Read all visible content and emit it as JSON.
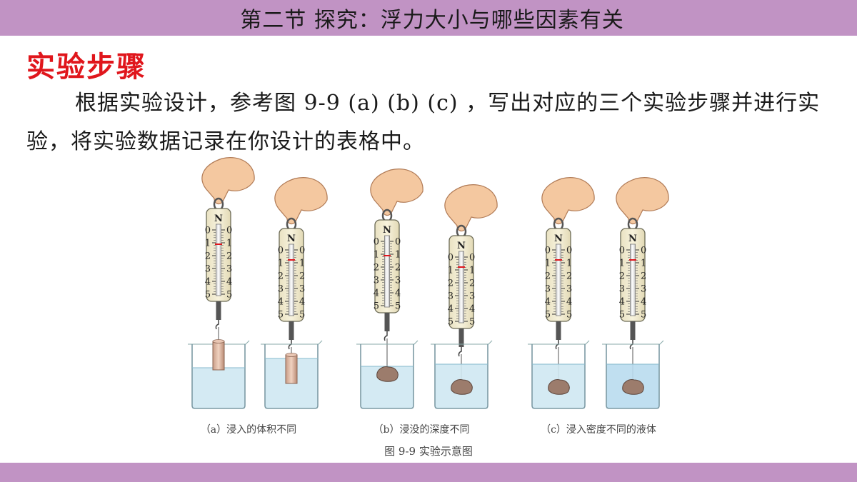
{
  "header": {
    "title": "第二节  探究：浮力大小与哪些因素有关"
  },
  "section": {
    "heading": "实验步骤",
    "paragraph": "根据实验设计，参考图 9-9 (a) (b) (c) ，写出对应的三个实验步骤并进行实验，将实验数据记录在你设计的表格中。"
  },
  "figure": {
    "unit_label": "N",
    "scale_numbers": [
      "0",
      "1",
      "2",
      "3",
      "4",
      "5"
    ],
    "captions": {
      "a": "（a）浸入的体积不同",
      "b": "（b）浸没的深度不同",
      "c": "（c）浸入密度不同的液体"
    },
    "main_caption": "图 9-9    实验示意图"
  },
  "colors": {
    "band": "#c193c4",
    "heading": "#e0161c",
    "water": "#cfe8f2",
    "water_alt": "#b9dcee",
    "scale_body": "#f2ecd2"
  }
}
